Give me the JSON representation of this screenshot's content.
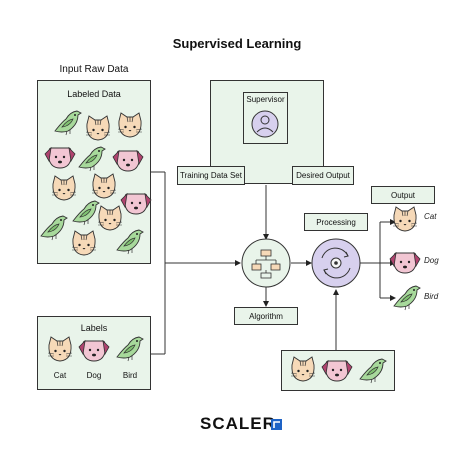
{
  "title": "Supervised Learning",
  "input": {
    "heading": "Input Raw Data",
    "labeled_heading": "Labeled Data",
    "labels_heading": "Labels",
    "label_names": [
      "Cat",
      "Dog",
      "Bird"
    ]
  },
  "supervisor": {
    "label": "Supervisor",
    "training_data": "Training Data Set",
    "desired_output": "Desired Output"
  },
  "algorithm": "Algorithm",
  "processing": "Processing",
  "output": {
    "heading": "Output",
    "items": [
      "Cat",
      "Dog",
      "Bird"
    ]
  },
  "brand": "SCALER",
  "colors": {
    "panel": "#e9f4ea",
    "cat": "#f6d9b8",
    "dog": "#f2c6d3",
    "bird": "#a7d99b",
    "process_circle": "#d7d0ee"
  }
}
